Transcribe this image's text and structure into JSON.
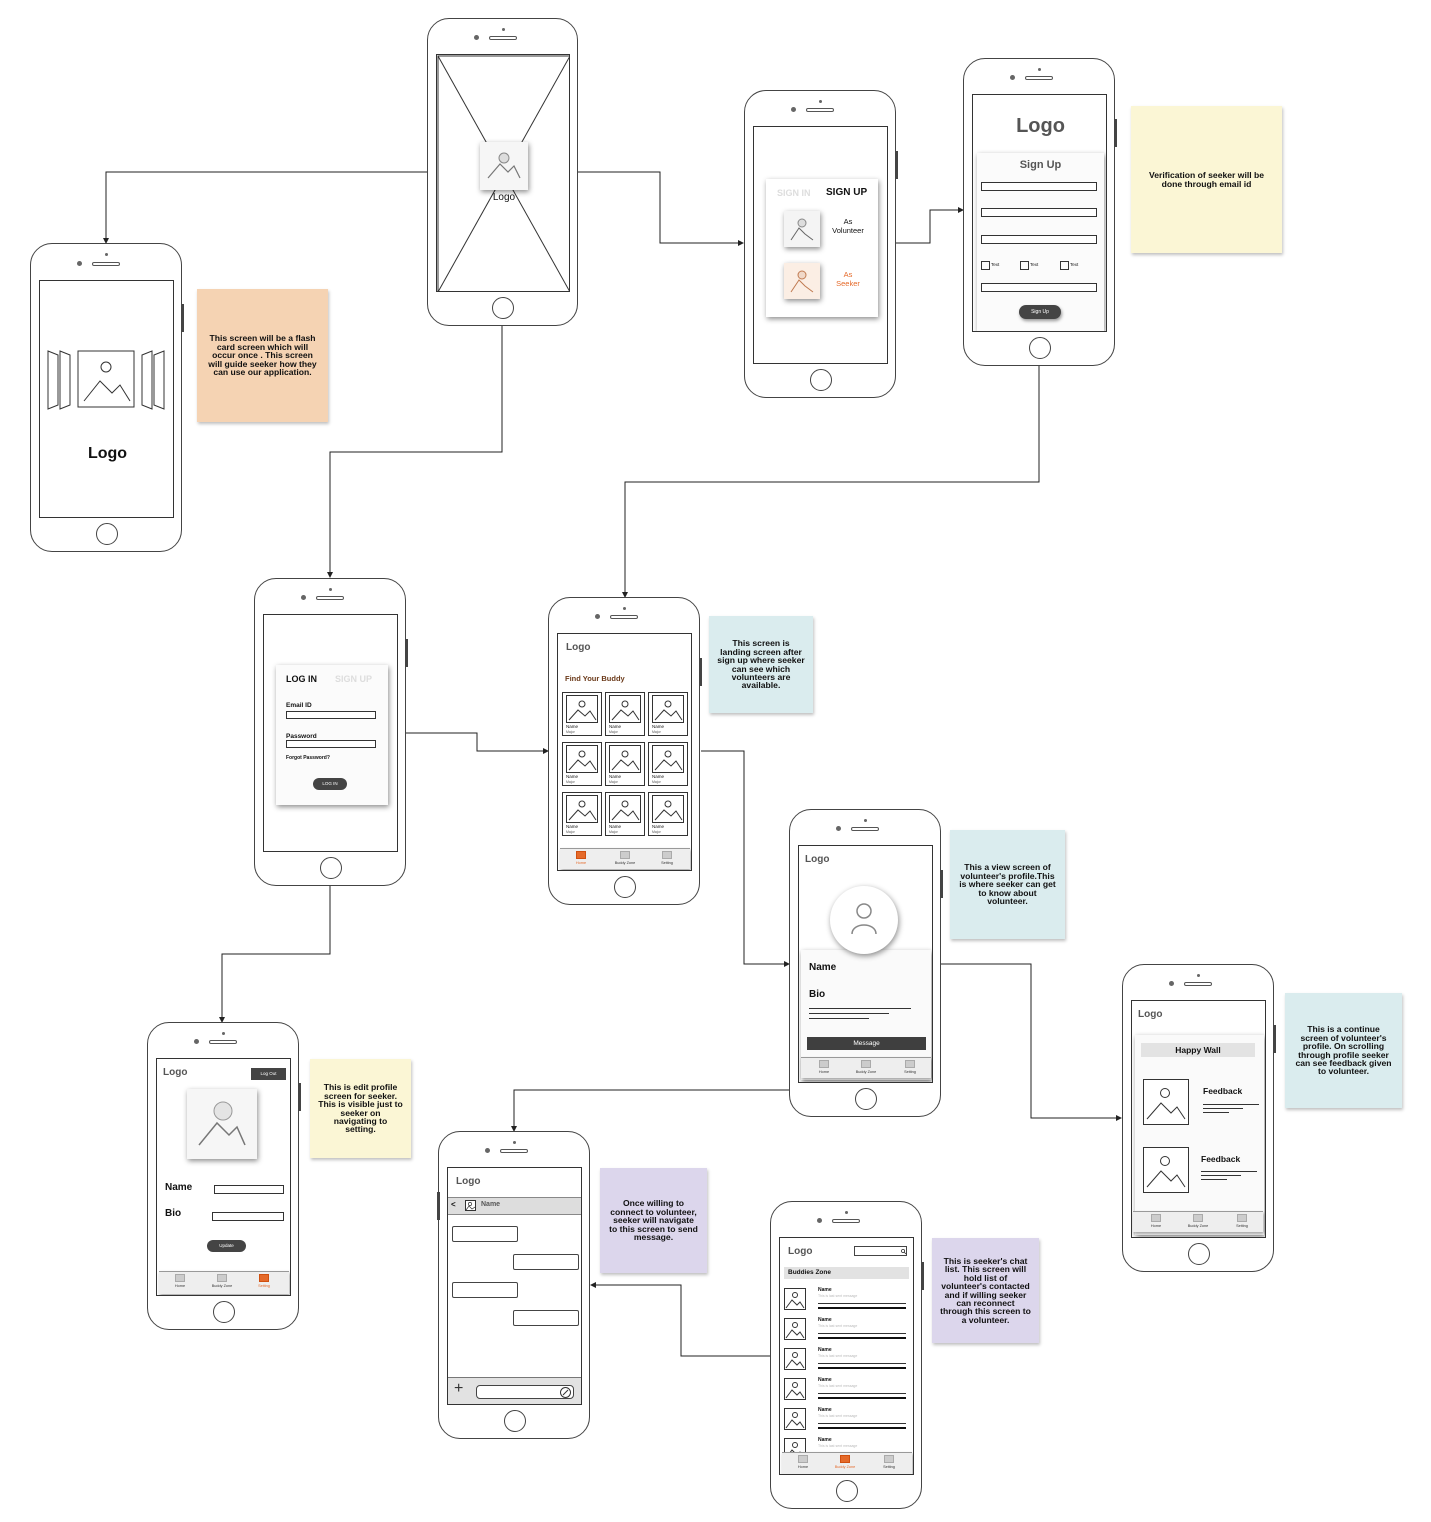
{
  "splash": {
    "logo_label": "Logo"
  },
  "flashcard": {
    "logo": "Logo"
  },
  "signup_choice": {
    "tab_signin": "SIGN IN",
    "tab_signup": "SIGN UP",
    "volunteer": "As\nVolunteer",
    "seeker": "As\nSeeker"
  },
  "signup_form": {
    "logo": "Logo",
    "title": "Sign Up",
    "check1": "Text",
    "check2": "Text",
    "check3": "Text",
    "button": "Sign Up"
  },
  "login": {
    "tab_login": "LOG IN",
    "tab_signup": "SIGN UP",
    "email_label": "Email ID",
    "password_label": "Password",
    "forgot": "Forgot Password?",
    "button": "LOG IN"
  },
  "landing": {
    "logo": "Logo",
    "heading": "Find Your Buddy",
    "card_name": "Name",
    "card_major": "Major",
    "tabs": [
      "Home",
      "Buddy Zone",
      "Setting"
    ]
  },
  "profile_view": {
    "logo": "Logo",
    "name": "Name",
    "bio": "Bio",
    "message_button": "Message",
    "tabs": [
      "Home",
      "Buddy Zone",
      "Setting"
    ]
  },
  "happy_wall": {
    "logo": "Logo",
    "title": "Happy Wall",
    "feedback1": "Feedback",
    "feedback2": "Feedback",
    "tabs": [
      "Home",
      "Buddy Zone",
      "Setting"
    ]
  },
  "edit_profile": {
    "logo": "Logo",
    "logout": "Log Out",
    "name_label": "Name",
    "bio_label": "Bio",
    "update": "Update",
    "tabs": [
      "Home",
      "Buddy Zone",
      "Setting"
    ]
  },
  "chat": {
    "logo": "Logo",
    "back": "<",
    "name": "Name"
  },
  "chat_list": {
    "logo": "Logo",
    "section": "Buddies Zone",
    "item_name": "Name",
    "item_preview": "This is last sent message",
    "tabs": [
      "Home",
      "Buddy Zone",
      "Setting"
    ]
  },
  "notes": {
    "flashcard": "This screen will be a flash card screen which will occur once . This screen will guide seeker how they can use our application.",
    "verification": "Verification of seeker will be done through email id",
    "landing": "This screen is landing screen after sign up where seeker can see which volunteers are available.",
    "profile_view": "This a view screen of volunteer's profile.This is where seeker can get to know about volunteer.",
    "happy_wall": "This is a continue screen of volunteer's profile. On scrolling through profile seeker can see feedback given to volunteer.",
    "edit_profile": "This is edit profile screen for seeker. This is visible just to seeker on navigating to setting.",
    "message": "Once willing to connect to volunteer, seeker will navigate to this screen to send message.",
    "chat_list": "This is seeker's chat list. This screen will hold list of volunteer's contacted and if willing seeker can reconnect through this screen to a volunteer."
  },
  "colors": {
    "note_peach": "#f5d3b3",
    "note_yellow": "#fbf6d5",
    "note_blue": "#daecee",
    "note_purple": "#dcd6ec",
    "accent_orange": "#e56a2a",
    "heading_brown": "#6b3a1a"
  }
}
